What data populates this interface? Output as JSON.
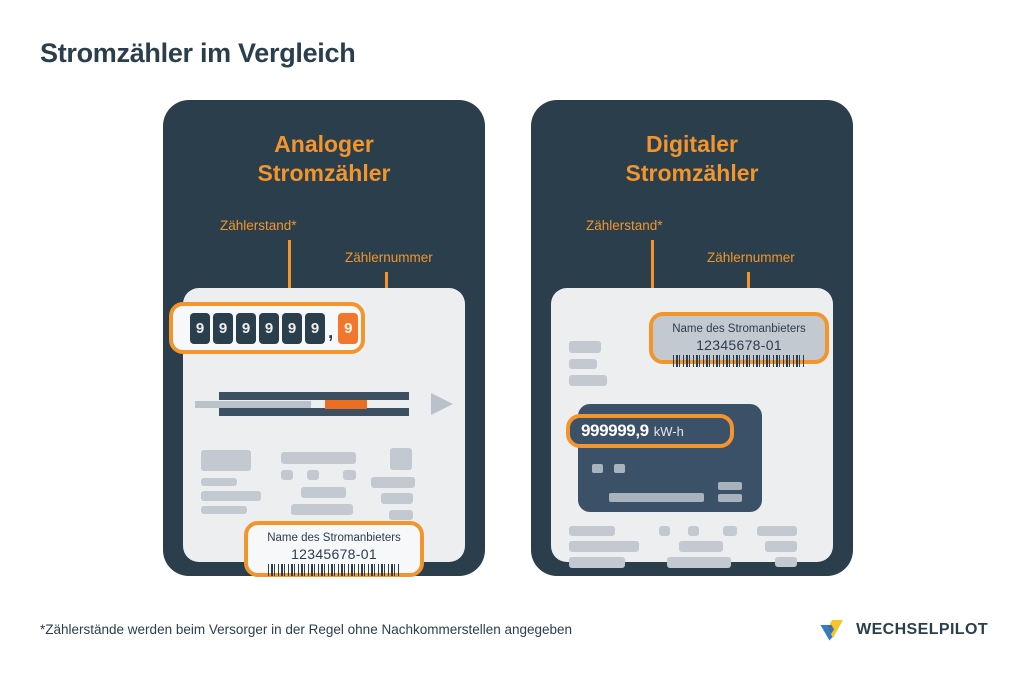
{
  "page": {
    "title": "Stromzähler im Vergleich",
    "footnote": "*Zählerstände werden beim Versorger in der Regel ohne Nachkommerstellen angegeben",
    "background_color": "#ffffff",
    "accent_color": "#f2952d",
    "dark_color": "#2b3e4c",
    "meter_body_color": "#eceef0"
  },
  "cards": {
    "analog": {
      "title": "Analoger\nStromzähler",
      "callouts": {
        "reading": "Zählerstand*",
        "number": "Zählernummer"
      },
      "reading": {
        "digits": [
          "9",
          "9",
          "9",
          "9",
          "9",
          "9"
        ],
        "separator": ",",
        "decimal_digit": "9"
      },
      "label": {
        "provider": "Name des Stromanbieters",
        "meter_number": "12345678-01",
        "barcode": "barcode"
      }
    },
    "digital": {
      "title": "Digitaler\nStromzähler",
      "callouts": {
        "reading": "Zählerstand*",
        "number": "Zählernummer"
      },
      "label": {
        "provider": "Name des Stromanbieters",
        "meter_number": "12345678-01",
        "barcode": "barcode"
      },
      "display": {
        "value": "999999,9",
        "unit": "kW-h"
      }
    }
  },
  "logo": {
    "name": "WECHSELPILOT",
    "mark_blue": "#2f7dc4",
    "mark_yellow": "#f5c52b"
  }
}
